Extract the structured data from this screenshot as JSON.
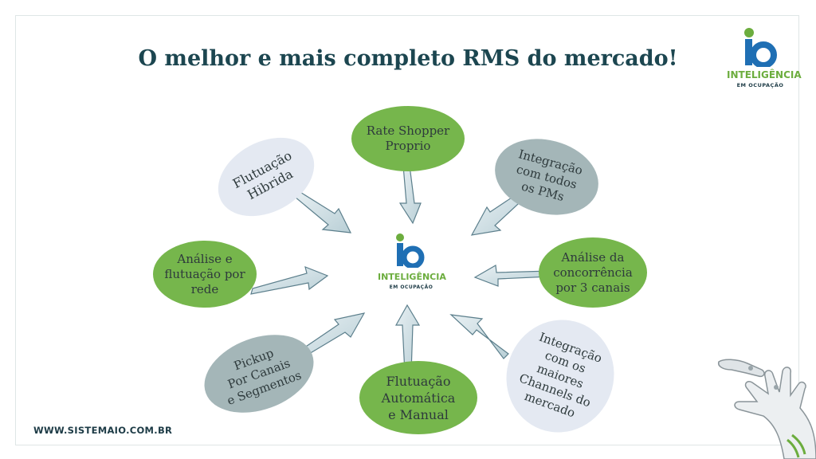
{
  "title": "O melhor e mais completo RMS do mercado!",
  "website": "WWW.SISTEMAIO.COM.BR",
  "brand": {
    "name": "INTELIGÊNCIA",
    "subtitle": "EM OCUPAÇÃO"
  },
  "colors": {
    "green": "#76b64c",
    "grey": "#a4b6b8",
    "light": "#e4e9f2",
    "title": "#1c4650",
    "brand_blue": "#1f6fb4",
    "brand_green": "#6cad3e"
  },
  "features": {
    "rate_shopper": "Rate Shopper\nProprio",
    "integracao_pms": "Integração\ncom todos\nos PMs",
    "analise_concorrencia": "Análise da\nconcorrência\npor 3 canais",
    "integracao_channels": "Integração\ncom os\nmaiores\nChannels do\nmercado",
    "flutuacao_automatica": "Flutuação\nAutomática\ne Manual",
    "pickup": "Pickup\nPor Canais\ne Segmentos",
    "analise_rede": "Análise e\nflutuação por\nrede",
    "flutuacao_hibrida": "Flutuação\nHibrida"
  }
}
